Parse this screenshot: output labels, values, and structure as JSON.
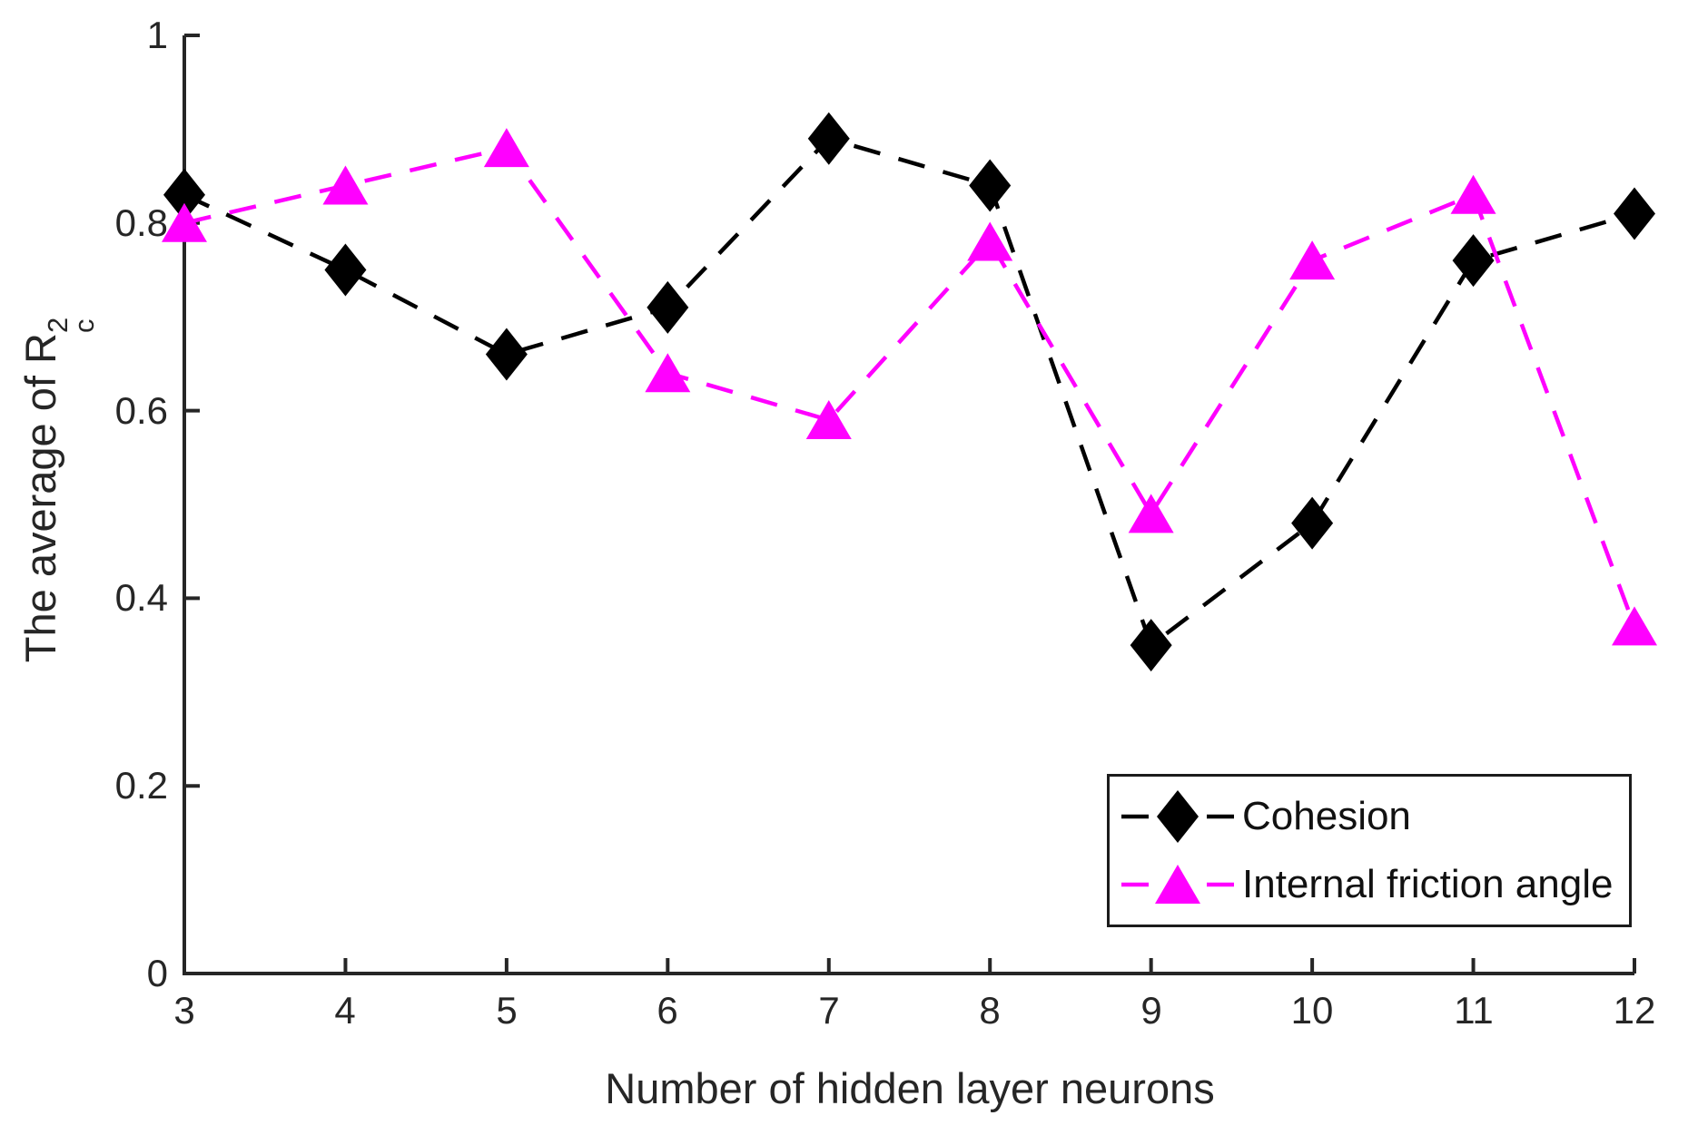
{
  "figure": {
    "background": "#ffffff",
    "axis_color": "#262626"
  },
  "chart_data": {
    "type": "line",
    "title": "",
    "xlabel": "Number of hidden layer neurons",
    "ylabel": {
      "prefix": "The average of R",
      "sup": "2",
      "sub": "c"
    },
    "x": [
      3,
      4,
      5,
      6,
      7,
      8,
      9,
      10,
      11,
      12
    ],
    "xlim": [
      3,
      12
    ],
    "ylim": [
      0,
      1
    ],
    "xticks": [
      "3",
      "4",
      "5",
      "6",
      "7",
      "8",
      "9",
      "10",
      "11",
      "12"
    ],
    "yticks": [
      "0",
      "0.2",
      "0.4",
      "0.6",
      "0.8",
      "1"
    ],
    "ytick_values": [
      0,
      0.2,
      0.4,
      0.6,
      0.8,
      1
    ],
    "grid": false,
    "legend_position": "inside-lower-right",
    "line_style": "dashed",
    "axis_color": "#262626",
    "series": [
      {
        "name": "Cohesion",
        "color": "#000000",
        "marker": "diamond",
        "line_style": "dashed",
        "values": [
          0.83,
          0.75,
          0.66,
          0.71,
          0.89,
          0.84,
          0.35,
          0.48,
          0.76,
          0.81
        ]
      },
      {
        "name": "Internal friction angle",
        "color": "#ff00ff",
        "marker": "triangle-up",
        "line_style": "dashed",
        "values": [
          0.8,
          0.84,
          0.88,
          0.64,
          0.59,
          0.78,
          0.49,
          0.76,
          0.83,
          0.37
        ]
      }
    ]
  }
}
